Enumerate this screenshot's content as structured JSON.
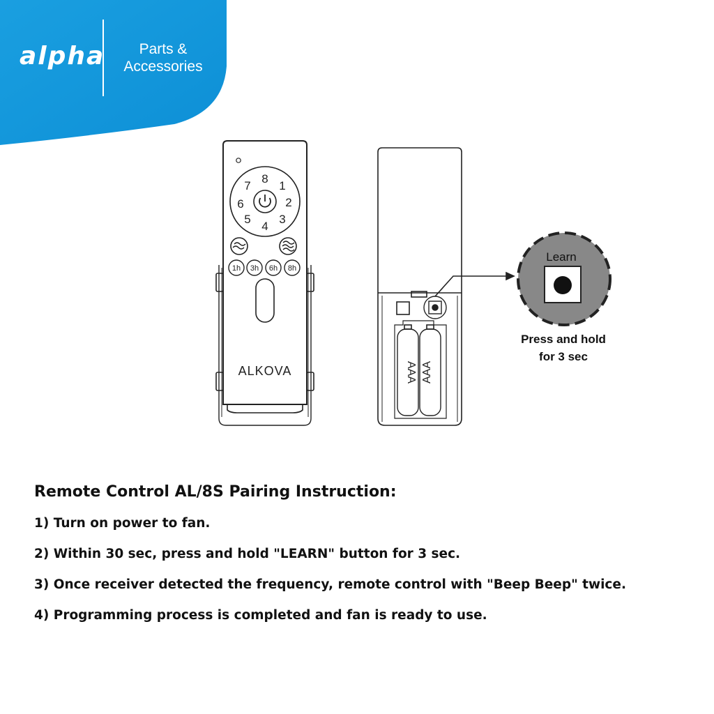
{
  "brand": {
    "logo": "alpha",
    "subtitle_line1": "Parts &",
    "subtitle_line2": "Accessories",
    "accent_color": "#1aa0e0"
  },
  "remote_front": {
    "dial_numbers": [
      "8",
      "1",
      "2",
      "3",
      "4",
      "5",
      "6",
      "7"
    ],
    "power_icon": "power-icon",
    "breeze_icons": [
      "breeze-icon",
      "natural-wind-icon"
    ],
    "timer_buttons": [
      "1h",
      "3h",
      "6h",
      "8h"
    ],
    "brand_label": "ALKOVA"
  },
  "remote_back": {
    "battery_labels": [
      "AAA",
      "AAA"
    ]
  },
  "callout": {
    "button_label": "Learn",
    "caption_line1": "Press and hold",
    "caption_line2": "for 3 sec"
  },
  "instructions": {
    "title": "Remote Control AL/8S Pairing Instruction:",
    "steps": [
      "1) Turn on power to fan.",
      "2) Within 30 sec, press and hold \"LEARN\" button for 3 sec.",
      "3) Once receiver detected the frequency, remote control with \"Beep Beep\" twice.",
      "4) Programming process is completed and fan is ready to use."
    ]
  }
}
